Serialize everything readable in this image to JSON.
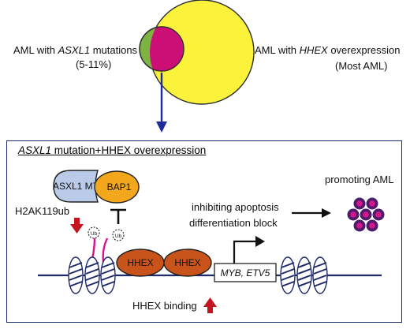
{
  "venn": {
    "left_label_line1_prefix": "AML with ",
    "left_label_gene": "ASXL1",
    "left_label_line1_suffix": " mutations",
    "left_label_line2": "(5-11%)",
    "right_label_line1_prefix": "AML with ",
    "right_label_gene": "HHEX",
    "right_label_line1_suffix": " overexpression",
    "right_label_line2": "(Most AML)",
    "colors": {
      "big_circle": "#fbf23c",
      "small_circle": "#7cb341",
      "overlap": "#cc0f76",
      "stroke": "#2d2d2d"
    }
  },
  "mechanism": {
    "title_gene": "ASXL1",
    "title_rest": " mutation+HHEX overexpression",
    "asxl1_label": "ASXL1 MT",
    "bap1_label": "BAP1",
    "h2a_label": "H2AK119ub",
    "ub_label": "Ub",
    "hhex_label": "HHEX",
    "target_genes": "MYB, ETV5",
    "effect_line1": "inhibiting apoptosis",
    "effect_line2": "differentiation block",
    "result_label": "promoting AML",
    "binding_label": "HHEX binding",
    "colors": {
      "asxl1_fill": "#b9cbe8",
      "bap1_fill": "#f3a71d",
      "hhex_fill": "#c8541b",
      "dna": "#1f2a6b",
      "red_arrow": "#c5141c",
      "cell_outer": "#4c1d6b",
      "cell_inner": "#d6158a"
    }
  }
}
